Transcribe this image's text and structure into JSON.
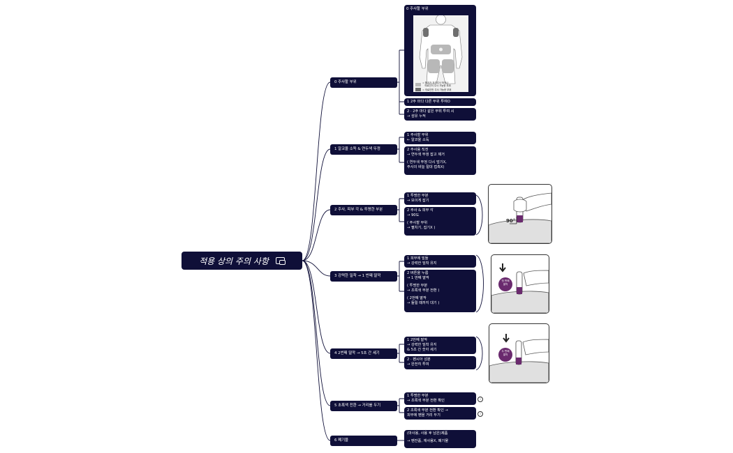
{
  "root": {
    "title": "적용 상의 주의 사항"
  },
  "branches": [
    {
      "label": "0  주사할 부위"
    },
    {
      "label": "1  알코올 소독 & 연두색 뚜껑"
    },
    {
      "label": "2  주사, 피부 각 & 투명한 부분"
    },
    {
      "label": "3  강력한 밀착 → 1 번째 딸깍"
    },
    {
      "label": "4  2번째 딸깍 → 5초 간 세기"
    },
    {
      "label": "5  초록색 전환 → 거리를 두기"
    },
    {
      "label": "6  폐기물"
    }
  ],
  "body_panel": {
    "title": "0  주사할 부위",
    "legend_light": "= 환자가 자가주사 하거나\n   의료인이 주사 가능한 부위",
    "legend_dark": "= 의료인만 주사 가능한 부위"
  },
  "leaves": {
    "b0_2": [
      "1  2주 마다 다른 부위 투여O"
    ],
    "b0_3": [
      "2 · 2주 마다 같은 부위 투여 시",
      "→ 섬유 누적"
    ],
    "b1_1": [
      "1  주사할 부위",
      "← 알코올 소독"
    ],
    "b1_2": [
      "2  주사용 직전",
      "→ 연두색 뚜껑 잡고 제거",
      "",
      "( 연두색 뚜껑 다시 덮기X,",
      "  주사의 바늘 절대 접촉X)"
    ],
    "b2_1": [
      "1   투명한 부분",
      "→ 보이게 잡기"
    ],
    "b2_2": [
      "2  주사 & 피부 각",
      "→  90도",
      "",
      "( 주사할 부위",
      "→ 펼치기, 집기X )"
    ],
    "b3_1": [
      "1   피부에 밀듦",
      "→ 강력한 밀착 유지"
    ],
    "b3_2": [
      "2   버튼을 누름",
      "→ 1 번째 딸깍",
      "",
      "( 투명한 부분",
      "→ 초록색 부분 전환 )",
      "",
      "( 2번째 딸깍",
      "→ 들릴 때까지 대기 )"
    ],
    "b4_1": [
      "1     2번째 딸깍",
      "→ 강력한 밀착 유지",
      "& 5초 간 숫자 세기"
    ],
    "b4_2": [
      "2  · 펜시아 성분",
      "→ 완전히 투여"
    ],
    "b5_1": [
      "1   투명한 부분",
      "→ 초록색 부분 전환 확인"
    ],
    "b5_2": [
      "2   초록색 부분 전환 확인        →",
      "피부에 펜을 거리 두기"
    ],
    "b6_1": [
      "(마사용, 사용 후 남은)제품",
      "",
      "→ 펜잔품, 재사용X, 폐기물"
    ]
  },
  "illustrations": {
    "angle_label": "90°",
    "first_click_badge": "첫 번째\n딸깍",
    "second_click_badge": "두 번째\n딸깍"
  },
  "colors": {
    "node_fill": "#0f0f38",
    "line": "#0f0f38",
    "purple": "#6a2a6e",
    "skin": "#e0e0e0"
  }
}
